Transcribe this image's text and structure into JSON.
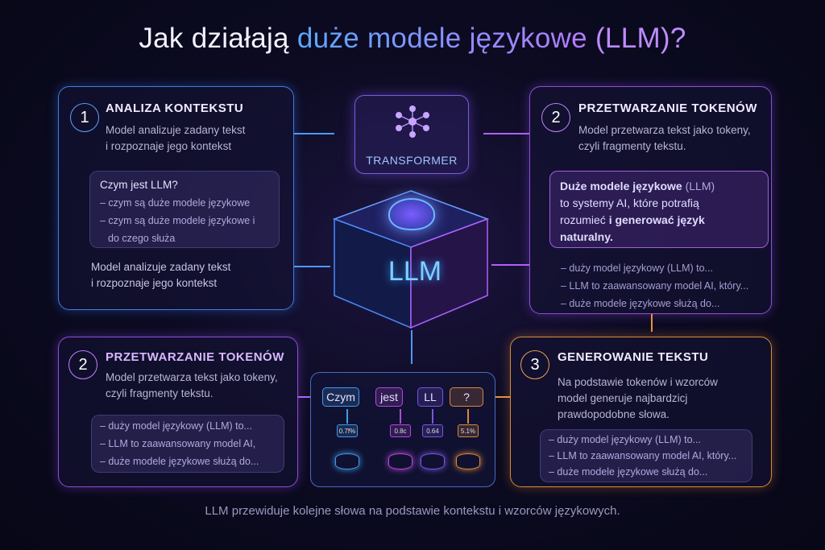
{
  "title": {
    "part1": "Jak działają ",
    "part2": "duże modele językowe",
    "part3": " (LLM)?"
  },
  "card1": {
    "number": "1",
    "title": "ANALIZA KONTEKSTU",
    "text1": "Model analizuje zadany tekst",
    "text2": "i rozpoznaje jego kontekst",
    "box_title": "Czym jest LLM?",
    "bullets": [
      "– czym są duże modele językowe",
      "– czym są duże modele językowe i",
      "do czego służa"
    ],
    "footer1": "Model analizuje zadany tekst",
    "footer2": "i rozpoznaje jego kontekst"
  },
  "transformer": {
    "label": "TRANSFORMER"
  },
  "core": {
    "label": "LLM"
  },
  "card2top": {
    "number": "2",
    "title": "PRZETWARZANIE TOKENÓW",
    "text1": "Model przetwarza tekst jako tokeny,",
    "text2": "czyli fragmenty tekstu.",
    "def_bold1": "Duże modele językowe",
    "def_light1": " (LLM)",
    "def2": "to systemy AI, które potrafią",
    "def3a": "rozumieć ",
    "def3b": "i generować język",
    "def4": "naturalny.",
    "bullets": [
      "–  duży model językowy (LLM) to...",
      "–  LLM to zaawansowany model AI, który...",
      "–  duże modele językowe służą do..."
    ]
  },
  "card2bottom": {
    "number": "2",
    "title": "PRZETWARZANIE TOKENÓW",
    "text1": "Model przetwarza tekst jako tokeny,",
    "text2": "czyli fragmenty tekstu.",
    "bullets": [
      "–  duży model językowy (LLM) to...",
      "–  LLM to zaawansowany model AI,",
      "–  duże modele językowe służą do..."
    ]
  },
  "tokens": [
    {
      "text": "Czym",
      "prob": "0.7f%",
      "color": "#3f9be8"
    },
    {
      "text": "jest",
      "prob": "0.8c",
      "color": "#b449d8"
    },
    {
      "text": "LL",
      "prob": "0.64",
      "color": "#7a55e0"
    },
    {
      "text": "?",
      "prob": "5.1%",
      "color": "#d9883a"
    }
  ],
  "card3": {
    "number": "3",
    "title": "GENEROWANIE TEKSTU",
    "text1": "Na podstawie tokenów i wzorców",
    "text2": "model generuje najbardzicj",
    "text3": "prawdopodobne słowa.",
    "bullets": [
      "–  duży model językowy (LLM) to...",
      "–  LLM to zaawansowany model AI, który...",
      "–  duże modele językowe służą do..."
    ]
  },
  "footer": "LLM przewiduje kolejne słowa na podstawie kontekstu i wzorców językowych."
}
